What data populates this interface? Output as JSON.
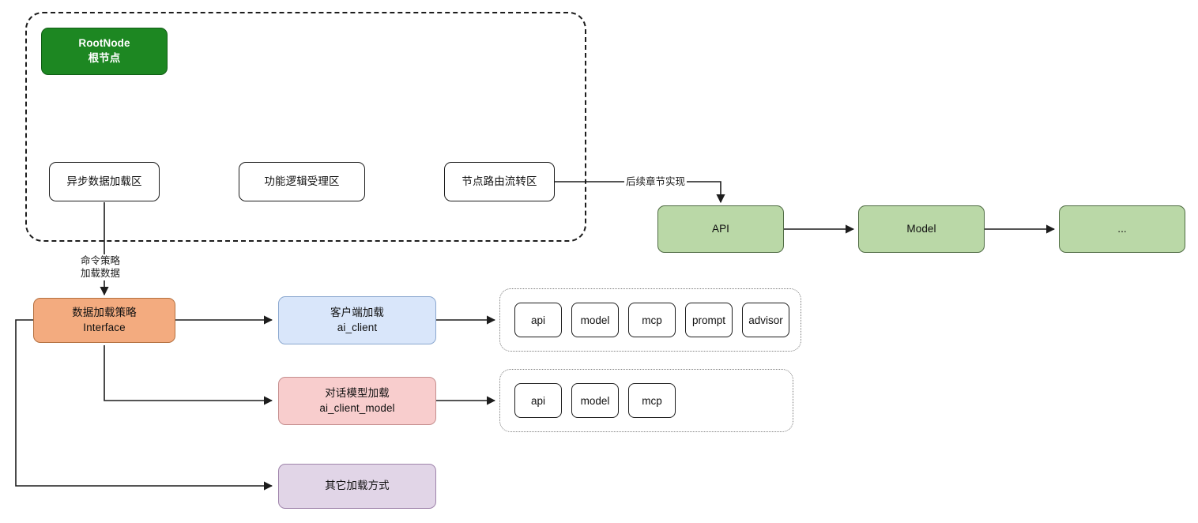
{
  "diagram": {
    "title": "data-loading-strategy-architecture",
    "colors": {
      "root_green": "#1d8722",
      "pipeline_green": "#bad8a7",
      "interface_orange": "#f3ab7f",
      "client_blue": "#d9e6fa",
      "model_pink": "#f8cdcd",
      "other_purple": "#e1d5e7",
      "stroke": "#1d1d1d"
    },
    "root_node": {
      "line1": "RootNode",
      "line2": "根节点"
    },
    "zones": [
      {
        "label": "异步数据加载区"
      },
      {
        "label": "功能逻辑受理区"
      },
      {
        "label": "节点路由流转区"
      }
    ],
    "pipeline": [
      {
        "label": "API"
      },
      {
        "label": "Model"
      },
      {
        "label": "..."
      }
    ],
    "edge_labels": {
      "future_chapter": "后续章节实现",
      "command_strategy_line1": "命令策略",
      "command_strategy_line2": "加载数据"
    },
    "interface_node": {
      "line1": "数据加载策略",
      "line2": "Interface"
    },
    "strategies": [
      {
        "line1": "客户端加载",
        "line2": "ai_client"
      },
      {
        "line1": "对话模型加载",
        "line2": "ai_client_model"
      },
      {
        "line1": "其它加载方式",
        "line2": ""
      }
    ],
    "chip_groups": [
      {
        "chips": [
          "api",
          "model",
          "mcp",
          "prompt",
          "advisor"
        ]
      },
      {
        "chips": [
          "api",
          "model",
          "mcp"
        ]
      }
    ]
  }
}
